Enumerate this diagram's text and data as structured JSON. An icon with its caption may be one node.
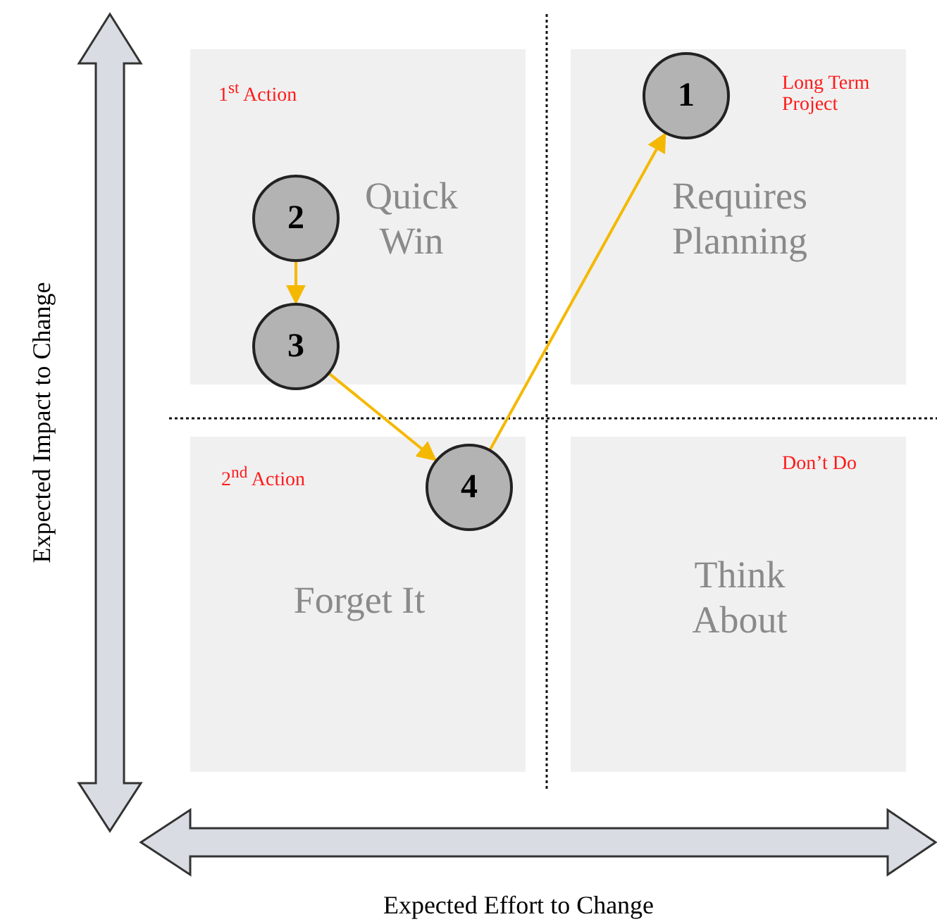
{
  "diagram": {
    "nodes": [
      {
        "text": [
          "1$^{st}$ Action",
          "Quick Win"
        ]
      },
      {
        "text": [
          "2"
        ],
        "in": 0
      },
      {
        "text": [
          "3"
        ],
        "in": 0
      },
      {
        "text": [
          "Long Term Project",
          "Requires Planning"
        ]
      },
      {
        "text": [
          "1"
        ],
        "in": 3
      },
      {
        "text": [
          "2$^{nd}$ Action",
          "Forget It"
        ]
      },
      {
        "text": [
          "4"
        ],
        "in": 5
      },
      {
        "text": [
          "Don’t Do",
          "Think About"
        ]
      }
    ],
    "edges": [
      {
        "from": 1,
        "to": 2,
        "arrow": "to"
      },
      {
        "from": 2,
        "to": 6,
        "arrow": "to"
      },
      {
        "from": 6,
        "to": 4,
        "arrow": "to"
      }
    ],
    "labels": [
      "Expected Impact to Change",
      "Expected Effort to Change"
    ]
  }
}
